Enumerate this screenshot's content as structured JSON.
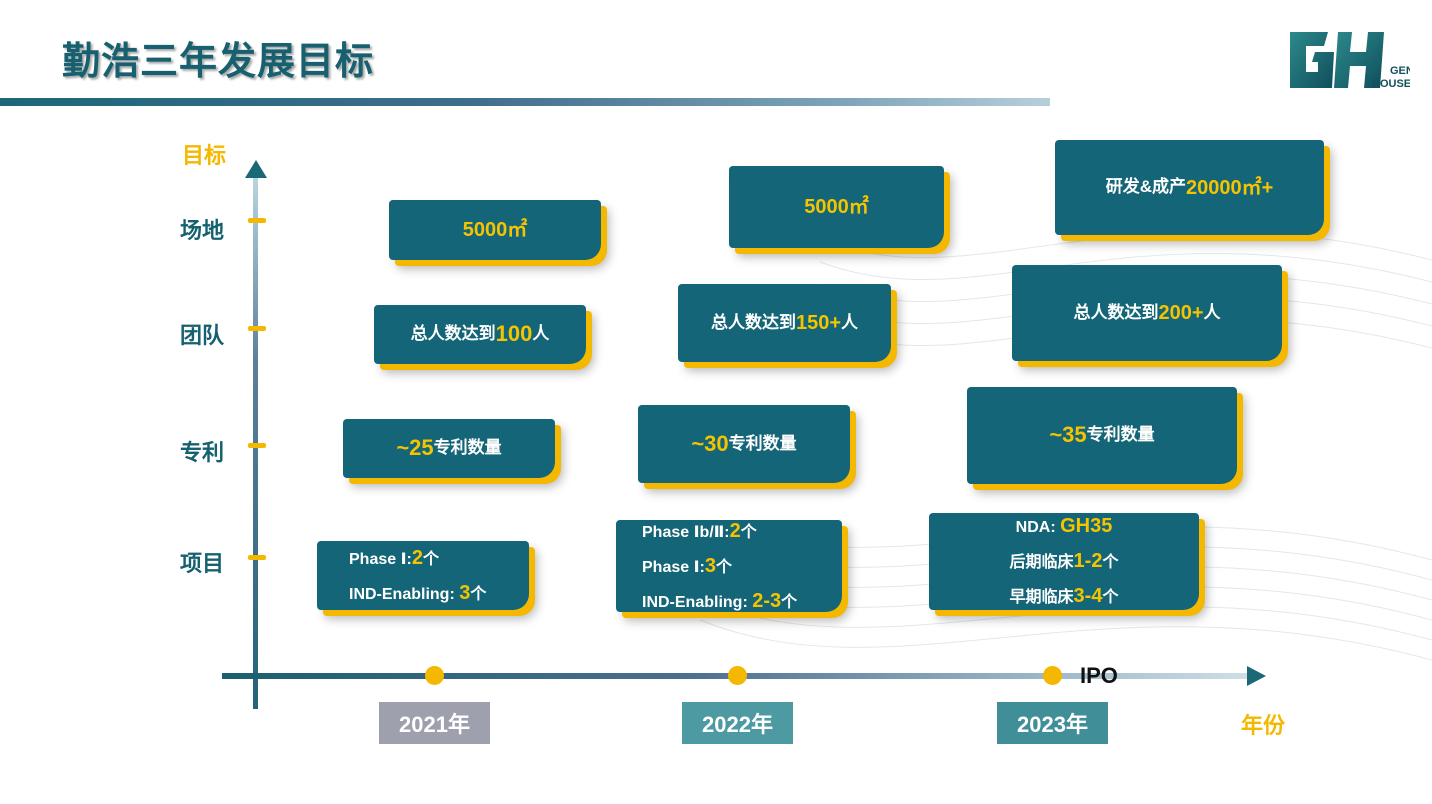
{
  "title": "勤浩三年发展目标",
  "logo": {
    "letters": "GH",
    "line1": "GEN",
    "line2": "HOUSE"
  },
  "axis": {
    "y_title": "目标",
    "x_title": "年份"
  },
  "rows": [
    "场地",
    "团队",
    "专利",
    "项目"
  ],
  "years": [
    "2021年",
    "2022年",
    "2023年"
  ],
  "ipo_label": "IPO",
  "colors": {
    "teal": "#136577",
    "gold": "#f5b800",
    "year2021": "#9ea1ad",
    "year2022": "#4d9aa3",
    "year2023": "#3f8e98"
  },
  "site": {
    "y2021": {
      "value": "5000㎡"
    },
    "y2022": {
      "value": "5000㎡"
    },
    "y2023": {
      "prefix": "研发&成产",
      "value": "20000㎡+"
    }
  },
  "team": {
    "y2021": {
      "prefix": "总人数达到",
      "value": "100",
      "suffix": "人"
    },
    "y2022": {
      "prefix": "总人数达到",
      "value": "150+",
      "suffix": "人"
    },
    "y2023": {
      "prefix": "总人数达到",
      "value": "200+",
      "suffix": "人"
    }
  },
  "patent": {
    "y2021": {
      "value": "~25",
      "suffix": "专利数量"
    },
    "y2022": {
      "value": "~30",
      "suffix": "专利数量"
    },
    "y2023": {
      "value": "~35",
      "suffix": "专利数量"
    }
  },
  "project": {
    "y2021": [
      {
        "label": "Phase Ⅰ:",
        "value": "2",
        "unit": "个"
      },
      {
        "label": "IND-Enabling:  ",
        "value": "3",
        "unit": "个"
      }
    ],
    "y2022": [
      {
        "label": "Phase Ⅰb/Ⅱ:",
        "value": "2",
        "unit": "个"
      },
      {
        "label": "Phase Ⅰ:",
        "value": "3",
        "unit": "个"
      },
      {
        "label": "IND-Enabling:  ",
        "value": "2-3",
        "unit": "个"
      }
    ],
    "y2023": [
      {
        "label": "NDA:  ",
        "value": "GH35",
        "unit": ""
      },
      {
        "label": "后期临床",
        "value": "1-2",
        "unit": "个"
      },
      {
        "label": "早期临床",
        "value": "3-4",
        "unit": "个"
      }
    ]
  }
}
